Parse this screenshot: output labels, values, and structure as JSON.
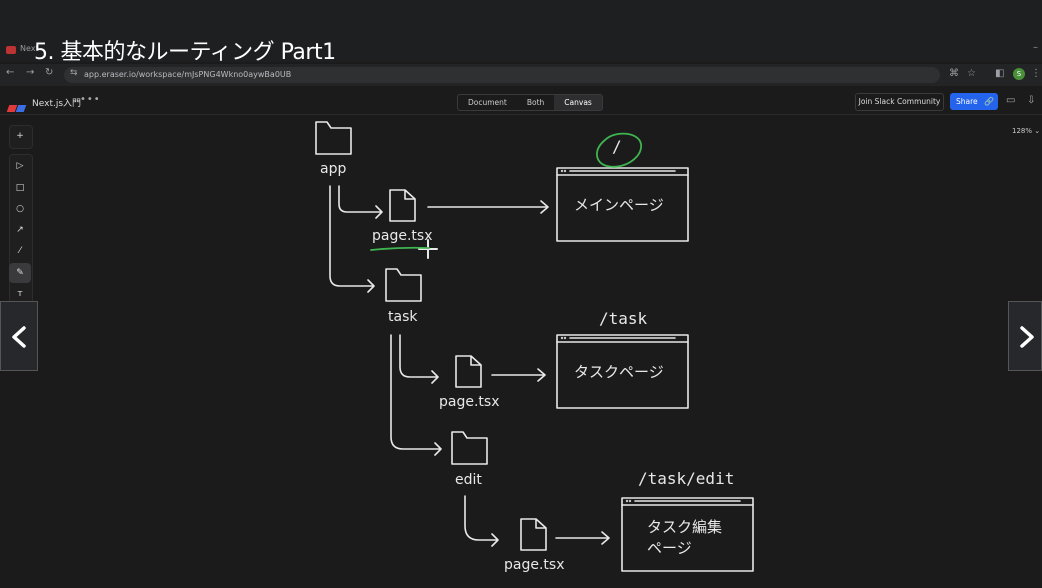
{
  "overlay_title": "5. 基本的なルーティング Part1",
  "browser": {
    "tab_label": "Next",
    "url": "app.eraser.io/workspace/mJsPNG4Wkno0aywBa0UB",
    "profile_initial": "S"
  },
  "app": {
    "document_name": "Next.js入門",
    "view_tabs": [
      "Document",
      "Both",
      "Canvas"
    ],
    "active_view": "Canvas",
    "join_label": "Join Slack Community",
    "share_label": "Share",
    "zoom": "128%"
  },
  "diagram": {
    "folders": {
      "app": "app",
      "task": "task",
      "edit": "edit"
    },
    "files": {
      "page1": "page.tsx",
      "page2": "page.tsx",
      "page3": "page.tsx"
    },
    "routes": {
      "root": "/",
      "task": "/task",
      "edit": "/task/edit"
    },
    "pages": {
      "main": "メインページ",
      "task": "タスクページ",
      "edit_line1": "タスク編集",
      "edit_line2": "ページ"
    }
  },
  "colors": {
    "accent_green": "#3fb450",
    "share_blue": "#2463eb",
    "canvas_bg": "#1b1b1c"
  }
}
